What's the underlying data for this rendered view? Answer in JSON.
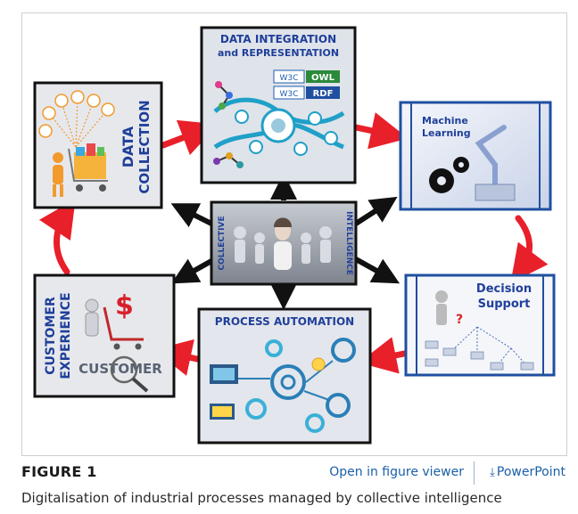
{
  "diagram": {
    "center": {
      "label_left": "COLLECTIVE",
      "label_right": "INTELLIGENCE"
    },
    "boxes": {
      "data_integration": {
        "title_line1": "DATA INTEGRATION",
        "title_line2": "and REPRESENTATION",
        "badges": [
          "W3C",
          "OWL",
          "W3C",
          "RDF"
        ]
      },
      "data_collection": {
        "title_line1": "DATA",
        "title_line2": "COLLECTION"
      },
      "machine_learning": {
        "title_line1": "Machine",
        "title_line2": "Learning"
      },
      "decision_support": {
        "title_line1": "Decision",
        "title_line2": "Support"
      },
      "process_automation": {
        "title": "PROCESS AUTOMATION"
      },
      "customer_experience": {
        "title_line1": "CUSTOMER",
        "title_line2": "EXPERIENCE",
        "label": "CUSTOMER"
      }
    },
    "colors": {
      "cycle_arrow": "#e8202a",
      "spoke_arrow": "#111111",
      "title_blue": "#1f3f9a"
    }
  },
  "footer": {
    "figure_label": "FIGURE 1",
    "open_viewer": "Open in figure viewer",
    "powerpoint": "PowerPoint"
  },
  "caption": "Digitalisation of industrial processes managed by collective intelligence"
}
